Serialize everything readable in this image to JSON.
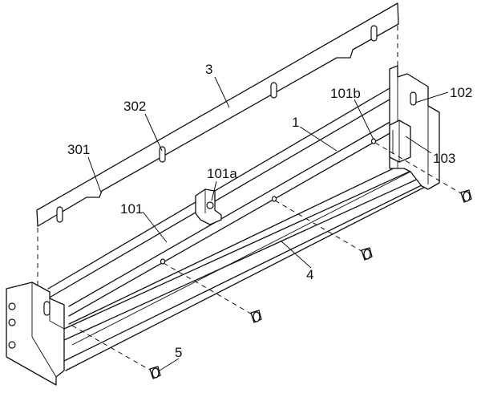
{
  "labels": {
    "l3": "3",
    "l302": "302",
    "l301": "301",
    "l101b": "101b",
    "l102": "102",
    "l1": "1",
    "l103": "103",
    "l101a": "101a",
    "l101": "101",
    "l4": "4",
    "l5": "5"
  }
}
